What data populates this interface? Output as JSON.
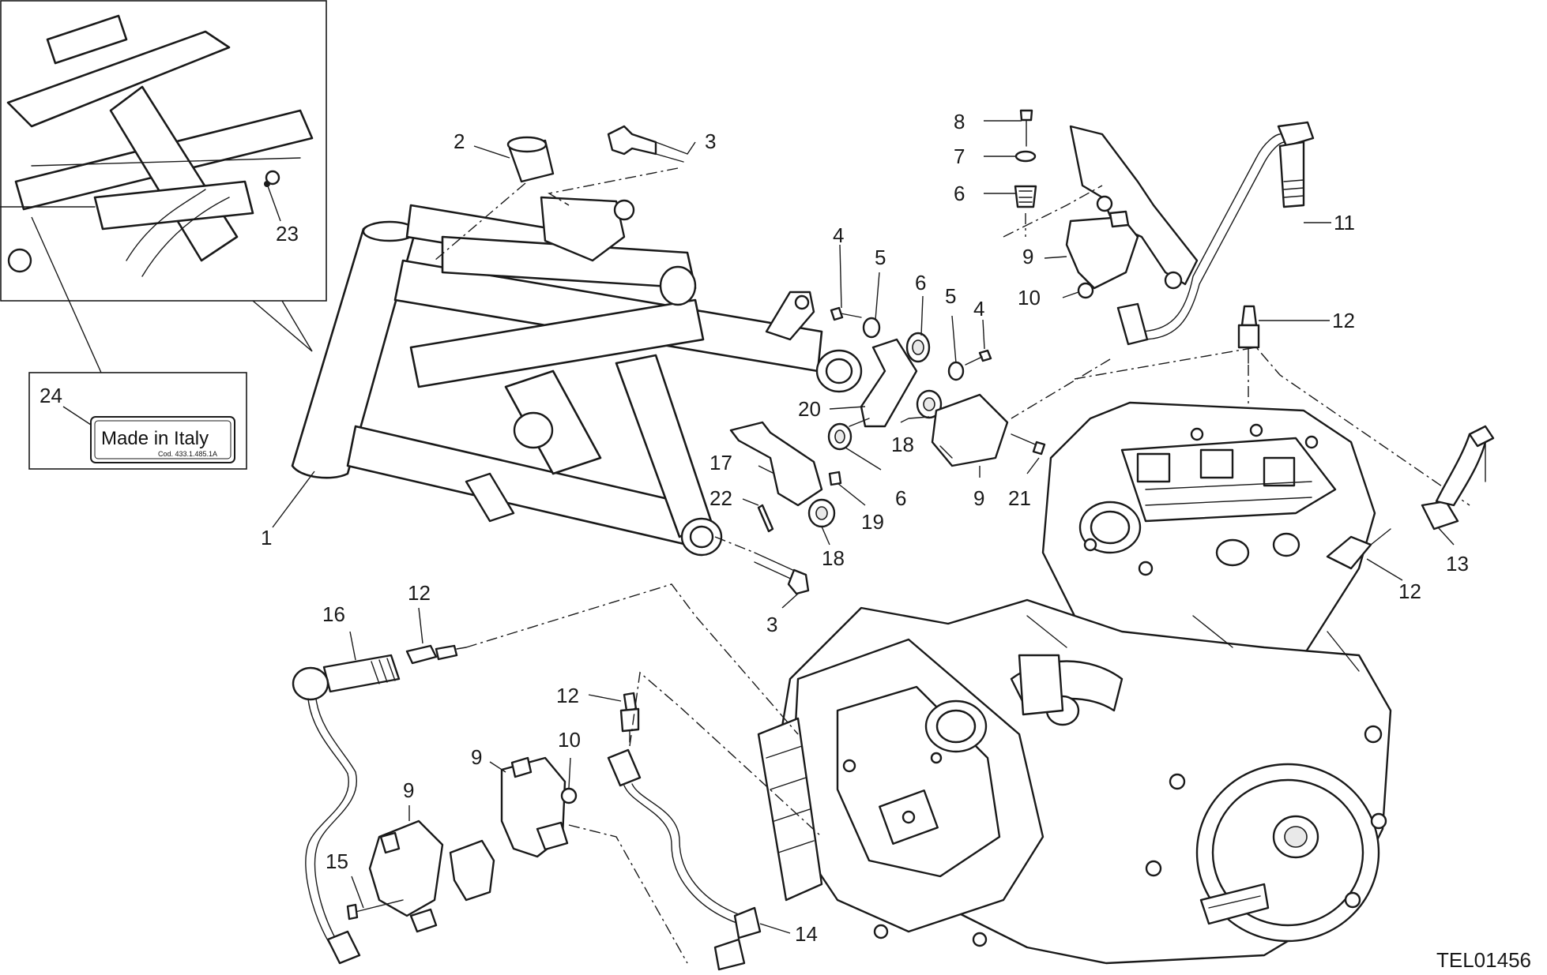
{
  "drawing_code": "TEL01456",
  "label_plate": {
    "title": "Made in Italy",
    "code": "Cod. 433.1.485.1A"
  },
  "callouts": [
    "1",
    "2",
    "3",
    "4",
    "5",
    "6",
    "7",
    "8",
    "9",
    "10",
    "11",
    "12",
    "13",
    "14",
    "15",
    "16",
    "17",
    "18",
    "19",
    "20",
    "21",
    "22",
    "23",
    "24"
  ]
}
